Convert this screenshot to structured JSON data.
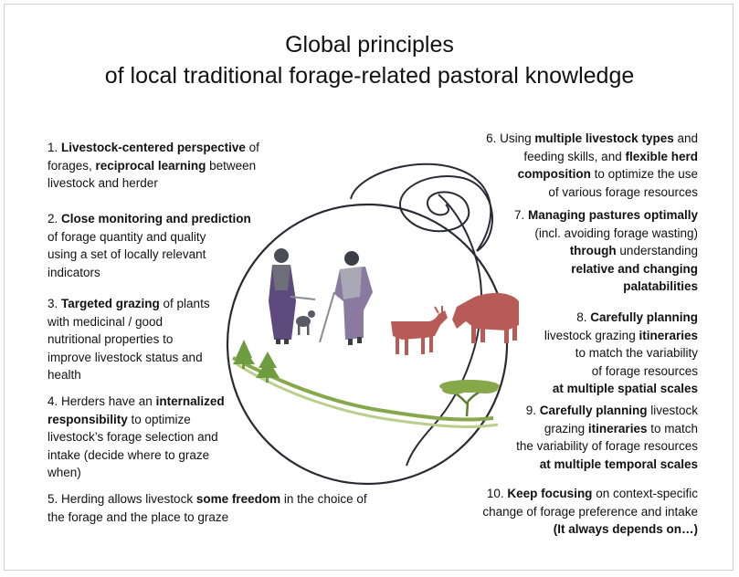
{
  "title": {
    "line1": "Global principles",
    "line2": "of local traditional forage-related pastoral knowledge"
  },
  "principles": [
    {
      "lines": [
        [
          {
            "t": "1. ",
            "b": false
          },
          {
            "t": "Livestock-centered perspective",
            "b": true
          },
          {
            "t": " of",
            "b": false
          }
        ],
        [
          {
            "t": "forages, ",
            "b": false
          },
          {
            "t": "reciprocal learning",
            "b": true
          },
          {
            "t": " between",
            "b": false
          }
        ],
        [
          {
            "t": "livestock and herder",
            "b": false
          }
        ]
      ]
    },
    {
      "lines": [
        [
          {
            "t": "2. ",
            "b": false
          },
          {
            "t": "Close monitoring and prediction",
            "b": true
          }
        ],
        [
          {
            "t": "of forage quantity and quality",
            "b": false
          }
        ],
        [
          {
            "t": "using a set of locally relevant",
            "b": false
          }
        ],
        [
          {
            "t": "indicators",
            "b": false
          }
        ]
      ]
    },
    {
      "lines": [
        [
          {
            "t": "3. ",
            "b": false
          },
          {
            "t": "Targeted grazing",
            "b": true
          },
          {
            "t": " of plants",
            "b": false
          }
        ],
        [
          {
            "t": "with medicinal / good",
            "b": false
          }
        ],
        [
          {
            "t": "nutritional properties to",
            "b": false
          }
        ],
        [
          {
            "t": "improve livestock status and",
            "b": false
          }
        ],
        [
          {
            "t": "health",
            "b": false
          }
        ]
      ]
    },
    {
      "lines": [
        [
          {
            "t": "4. Herders have an ",
            "b": false
          },
          {
            "t": "internalized",
            "b": true
          }
        ],
        [
          {
            "t": "responsibility",
            "b": true
          },
          {
            "t": " to optimize",
            "b": false
          }
        ],
        [
          {
            "t": "livestock’s forage selection and",
            "b": false
          }
        ],
        [
          {
            "t": "intake (decide where to graze",
            "b": false
          }
        ],
        [
          {
            "t": "when)",
            "b": false
          }
        ]
      ]
    },
    {
      "lines": [
        [
          {
            "t": "5. Herding allows livestock ",
            "b": false
          },
          {
            "t": "some freedom",
            "b": true
          },
          {
            "t": " in the choice of",
            "b": false
          }
        ],
        [
          {
            "t": "the forage and the place to graze",
            "b": false
          }
        ]
      ]
    },
    {
      "lines": [
        [
          {
            "t": "6. Using ",
            "b": false
          },
          {
            "t": "multiple livestock types",
            "b": true
          },
          {
            "t": " and",
            "b": false
          }
        ],
        [
          {
            "t": "feeding skills, and ",
            "b": false
          },
          {
            "t": "flexible herd",
            "b": true
          }
        ],
        [
          {
            "t": "composition",
            "b": true
          },
          {
            "t": " to optimize the use",
            "b": false
          }
        ],
        [
          {
            "t": "of various forage resources",
            "b": false
          }
        ]
      ]
    },
    {
      "lines": [
        [
          {
            "t": "7. ",
            "b": false
          },
          {
            "t": "Managing pastures optimally",
            "b": true
          }
        ],
        [
          {
            "t": "(incl. avoiding forage wasting)",
            "b": false
          }
        ],
        [
          {
            "t": "through",
            "b": true
          },
          {
            "t": " understanding",
            "b": false
          }
        ],
        [
          {
            "t": "relative and changing",
            "b": true
          }
        ],
        [
          {
            "t": "palatabilities",
            "b": true
          }
        ]
      ]
    },
    {
      "lines": [
        [
          {
            "t": "8. ",
            "b": false
          },
          {
            "t": "Carefully planning",
            "b": true
          }
        ],
        [
          {
            "t": "livestock grazing ",
            "b": false
          },
          {
            "t": "itineraries",
            "b": true
          }
        ],
        [
          {
            "t": "to match the variability",
            "b": false
          }
        ],
        [
          {
            "t": "of forage resources",
            "b": false
          }
        ],
        [
          {
            "t": "at multiple spatial scales",
            "b": true
          }
        ]
      ]
    },
    {
      "lines": [
        [
          {
            "t": "9. ",
            "b": false
          },
          {
            "t": "Carefully planning",
            "b": true
          },
          {
            "t": " livestock",
            "b": false
          }
        ],
        [
          {
            "t": "grazing ",
            "b": false
          },
          {
            "t": "itineraries",
            "b": true
          },
          {
            "t": " to match",
            "b": false
          }
        ],
        [
          {
            "t": "the variability of forage resources",
            "b": false
          }
        ],
        [
          {
            "t": "at multiple temporal scales",
            "b": true
          }
        ]
      ]
    },
    {
      "lines": [
        [
          {
            "t": "10. ",
            "b": false
          },
          {
            "t": "Keep focusing",
            "b": true
          },
          {
            "t": " on context-specific",
            "b": false
          }
        ],
        [
          {
            "t": "change of forage preference and intake",
            "b": false
          }
        ],
        [
          {
            "t": "(It always depends on…)",
            "b": true
          }
        ]
      ]
    }
  ],
  "colors": {
    "globe_line": "#2a2a35",
    "herder_purple": "#5e4a7c",
    "herder_grey": "#7a7a86",
    "livestock_red": "#b85a55",
    "vegetation_green": "#86a84a",
    "tree_green": "#6e9c3e"
  }
}
